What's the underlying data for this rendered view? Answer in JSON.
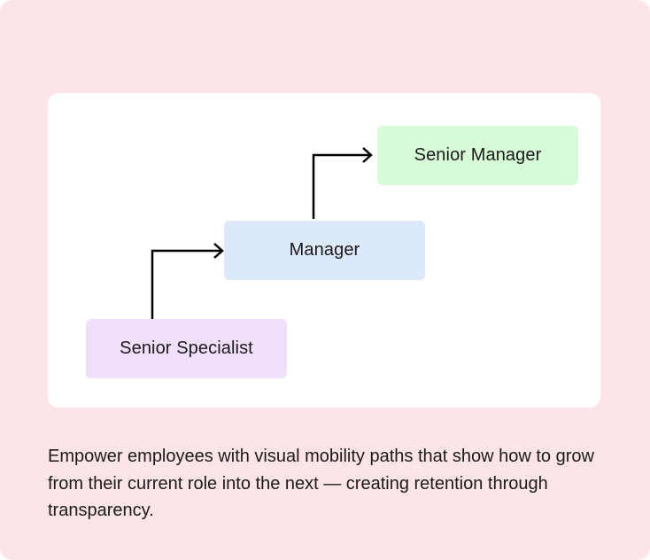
{
  "diagram": {
    "roles": {
      "specialist": "Senior Specialist",
      "manager": "Manager",
      "senior_manager": "Senior Manager"
    },
    "colors": {
      "card_background": "#fde4e8",
      "panel_background": "#ffffff",
      "specialist_fill": "#f0e0fc",
      "manager_fill": "#dbe9fb",
      "senior_manager_fill": "#d7fcd7",
      "arrow": "#000000"
    }
  },
  "description": "Empower employees with visual mobility paths that show how to grow from their current role into the next — creating retention through transparency."
}
